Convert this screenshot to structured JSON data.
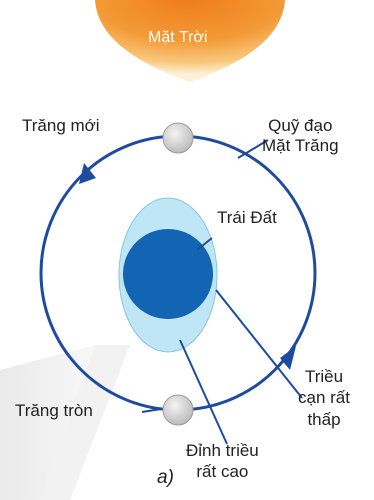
{
  "figure": {
    "sun_label": "Mặt Trời",
    "new_moon_label": "Trăng mới",
    "orbit_label": "Quỹ đạo\nMặt Trăng",
    "earth_label": "Trái Đất",
    "full_moon_label": "Trăng tròn",
    "low_tide_label": "Triều\ncạn rất\nthấp",
    "high_tide_label": "Đỉnh triều\nrất cao",
    "panel_label": "a)"
  },
  "colors": {
    "sun_core": "#ef7d1a",
    "sun_edge": "#fbe3b9",
    "orbit": "#1f4b9e",
    "earth": "#1464b4",
    "tidal_bulge": "#bfe6f5",
    "moon": "#d9d9d9"
  }
}
